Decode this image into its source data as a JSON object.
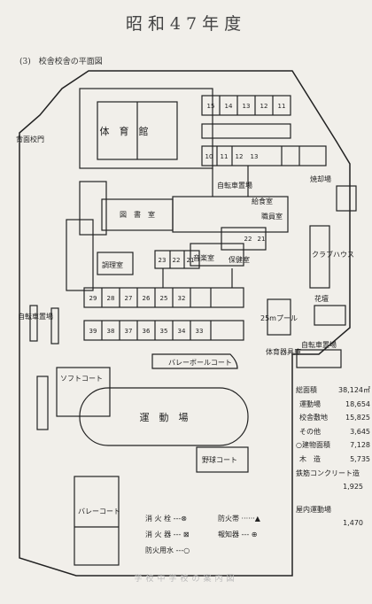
{
  "title": "昭和47年度",
  "caption": "(3)　校舎校舎の平面図",
  "labels": {
    "rowA_rooms": [
      "15",
      "14",
      "13",
      "12",
      "11"
    ],
    "rowB_rooms": [
      "10",
      "11",
      "12",
      "13"
    ],
    "rowC_rooms": [
      "29",
      "28",
      "27",
      "26",
      "25",
      "32"
    ],
    "rowD_rooms": [
      "39",
      "38",
      "37",
      "36",
      "35",
      "34",
      "33"
    ],
    "rowE_rooms": [
      "22",
      "21"
    ],
    "rowF_rooms": [
      "23",
      "22",
      "21"
    ],
    "gym": "体　育　館",
    "library": "図　書　室",
    "staff_room": "職員室",
    "nurse_room": "保健室",
    "music_room": "音楽室",
    "cooking_room": "調理室",
    "bike_shed": "自転車置場",
    "bike_shed_left": "自転車置場",
    "bike_shed_right": "自転車置場",
    "softball": "ソフトコート",
    "volleyball": "バレーボールコート",
    "field": "運　動　場",
    "baseball": "野球コート",
    "basketball": "バレーコート",
    "pool": "25mプール",
    "storage": "体育器具庫",
    "garden": "花壇",
    "incinerator": "焼却場",
    "lunch": "給食室",
    "gate_left": "背面校門",
    "club_room": "クラブハウス"
  },
  "stats": {
    "total_label": "総面積",
    "total_value": "38,124㎡",
    "field_label": "運動場",
    "field_value": "18,654",
    "building_site_label": "校舎敷地",
    "building_site_value": "15,825",
    "other_label": "その他",
    "other_value": "3,645",
    "floor_label": "○建物面積",
    "floor_value": "7,128",
    "wood_label": "木　造",
    "wood_value": "5,735",
    "concrete_label": "鉄筋コンクリート造",
    "concrete_value": "1,925",
    "indoor_label": "屋内運動場",
    "indoor_value": "1,470"
  },
  "legend": {
    "hydrant": "消 火 栓",
    "hydrant_sym": "---⊗",
    "extinguisher": "消 火 器",
    "extinguisher_sym": "--- ⊠",
    "water": "防火用水",
    "water_sym": "---○",
    "firepump": "防火帯",
    "firepump_sym": "······▲",
    "alarm": "報知器",
    "alarm_sym": "--- ⊕"
  },
  "footer": "学校中学校の案内図"
}
